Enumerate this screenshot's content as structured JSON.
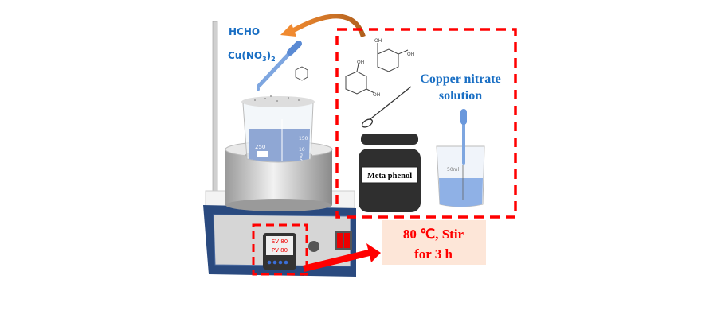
{
  "labels": {
    "reagent_1": "HCHO",
    "reagent_2_main": "Cu(NO",
    "reagent_2_sub3": "3",
    "reagent_2_close": ")",
    "reagent_2_sub2": "2",
    "solution_line1": "Copper nitrate",
    "solution_line2": "solution",
    "jar_label": "Meta phenol",
    "condition_line1": "80 ℃, Stir",
    "condition_line2": "for 3 h",
    "display_sv": "SV 80",
    "display_pv": "PV 80",
    "beaker_volume": "250",
    "beaker_marks": [
      "150",
      "10",
      "0",
      "5"
    ],
    "small_beaker_volume": "50ml",
    "oh": "OH"
  },
  "colors": {
    "dashed_box": "#ff0000",
    "curved_arrow": "#e07a2a",
    "reagent_text": "#1a6fc4",
    "condition_text": "#ff0000",
    "condition_bg": "#fde6d8",
    "hotplate_body": "#2a4a7f"
  }
}
